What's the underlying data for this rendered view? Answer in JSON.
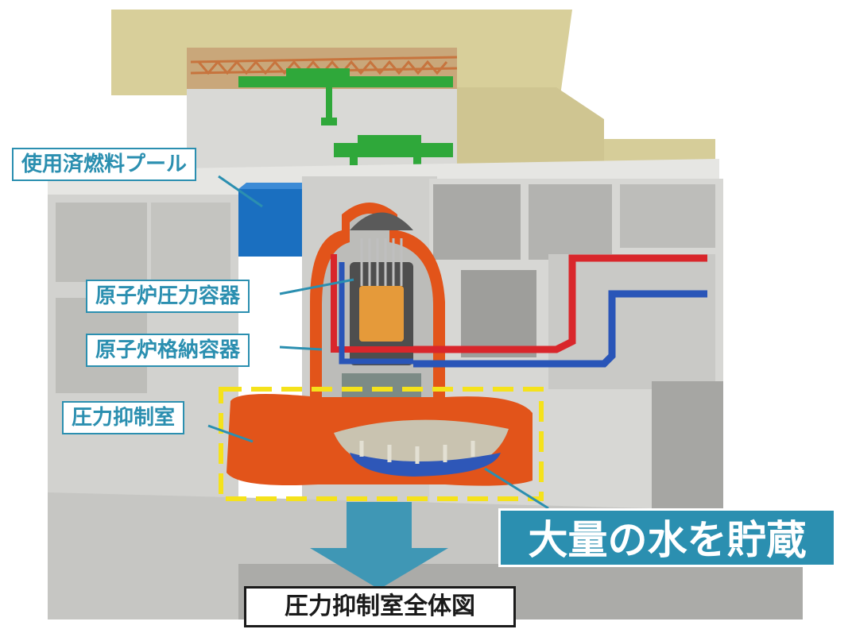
{
  "labels": {
    "spent_fuel_pool": "使用済燃料プール",
    "pressure_vessel": "原子炉圧力容器",
    "containment_vessel": "原子炉格納容器",
    "suppression_chamber": "圧力抑制室",
    "water_storage": "大量の水を貯蔵",
    "caption": "圧力抑制室全体図"
  },
  "colors": {
    "callout_border": "#2b8fb0",
    "callout_text": "#2b8fb0",
    "storage_bg": "#2b8fb0",
    "highlight_box": "#f5e21b",
    "arrow": "#3f97b5",
    "containment": "#e2541a",
    "fuel_pool": "#1a6fc0",
    "crane": "#2fa83a"
  }
}
